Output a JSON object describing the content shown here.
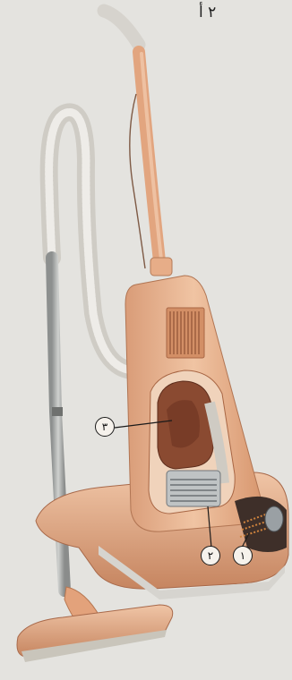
{
  "page": {
    "label": "٢ أ"
  },
  "callouts": {
    "one": "١",
    "two": "٢",
    "three": "٣"
  },
  "colors": {
    "background": "#e4e3df",
    "body": "#e9b28f",
    "body_shadow": "#c98a66",
    "hose": "#d7d5cf",
    "wand": "#a8aaa8",
    "dust_bag": "#8a4a31",
    "leader_lines": "#1a1a1a"
  }
}
